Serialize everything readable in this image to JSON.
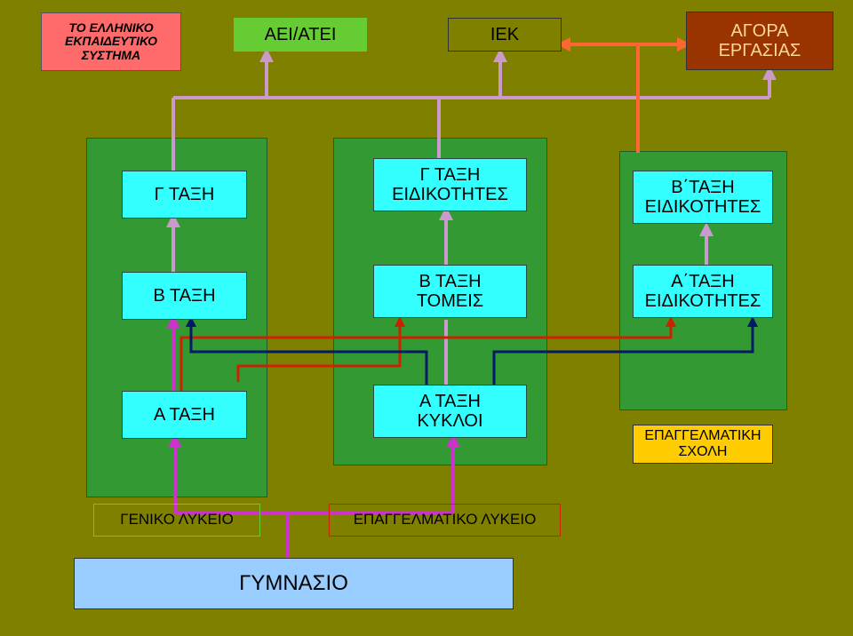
{
  "title": {
    "lines": [
      "ΤΟ ΕΛΛΗΝΙΚΟ",
      "ΕΚΠΑΙΔΕΥΤΙΚΟ",
      "ΣΥΣΤΗΜΑ"
    ],
    "color": "#ff6b6b"
  },
  "top": {
    "aei": "ΑΕΙ/ΑΤΕΙ",
    "iek": "ΙΕΚ",
    "agora": [
      "ΑΓΟΡΑ",
      "ΕΡΓΑΣΙΑΣ"
    ]
  },
  "general_lyceum": {
    "c_class": "Γ ΤΑΞΗ",
    "b_class": "Β ΤΑΞΗ",
    "a_class": "Α ΤΑΞΗ",
    "label": "ΓΕΝΙΚΟ ΛΥΚΕΙΟ"
  },
  "vocational_lyceum": {
    "c_class": [
      "Γ ΤΑΞΗ",
      "ΕΙΔΙΚΟΤΗΤΕΣ"
    ],
    "b_class": [
      "Β ΤΑΞΗ",
      "ΤΟΜΕΙΣ"
    ],
    "a_class": [
      "Α ΤΑΞΗ",
      "ΚΥΚΛΟΙ"
    ],
    "label": "ΕΠΑΓΓΕΛΜΑΤΙΚΟ ΛΥΚΕΙΟ"
  },
  "vocational_school": {
    "b_class": [
      "Β΄ΤΑΞΗ",
      "ΕΙΔΙΚΟΤΗΤΕΣ"
    ],
    "a_class": [
      "Α΄ΤΑΞΗ",
      "ΕΙΔΙΚΟΤΗΤΕΣ"
    ],
    "label": [
      "ΕΠΑΓΓΕΛΜΑΤΙΚΗ",
      "ΣΧΟΛΗ"
    ]
  },
  "gymnasium": "ΓΥΜΝΑΣΙΟ",
  "colors": {
    "background": "#808000",
    "panel": "#339933",
    "class_box": "#33ffff",
    "aei_box": "#66cc33",
    "agora_box": "#993300",
    "school_label": "#ffcc00",
    "gymnasium_box": "#99ccff",
    "link_pink": "#cc99cc",
    "link_magenta": "#cc33cc",
    "link_orange": "#ff6633",
    "link_red": "#cc2200",
    "link_navy": "#001a66"
  }
}
